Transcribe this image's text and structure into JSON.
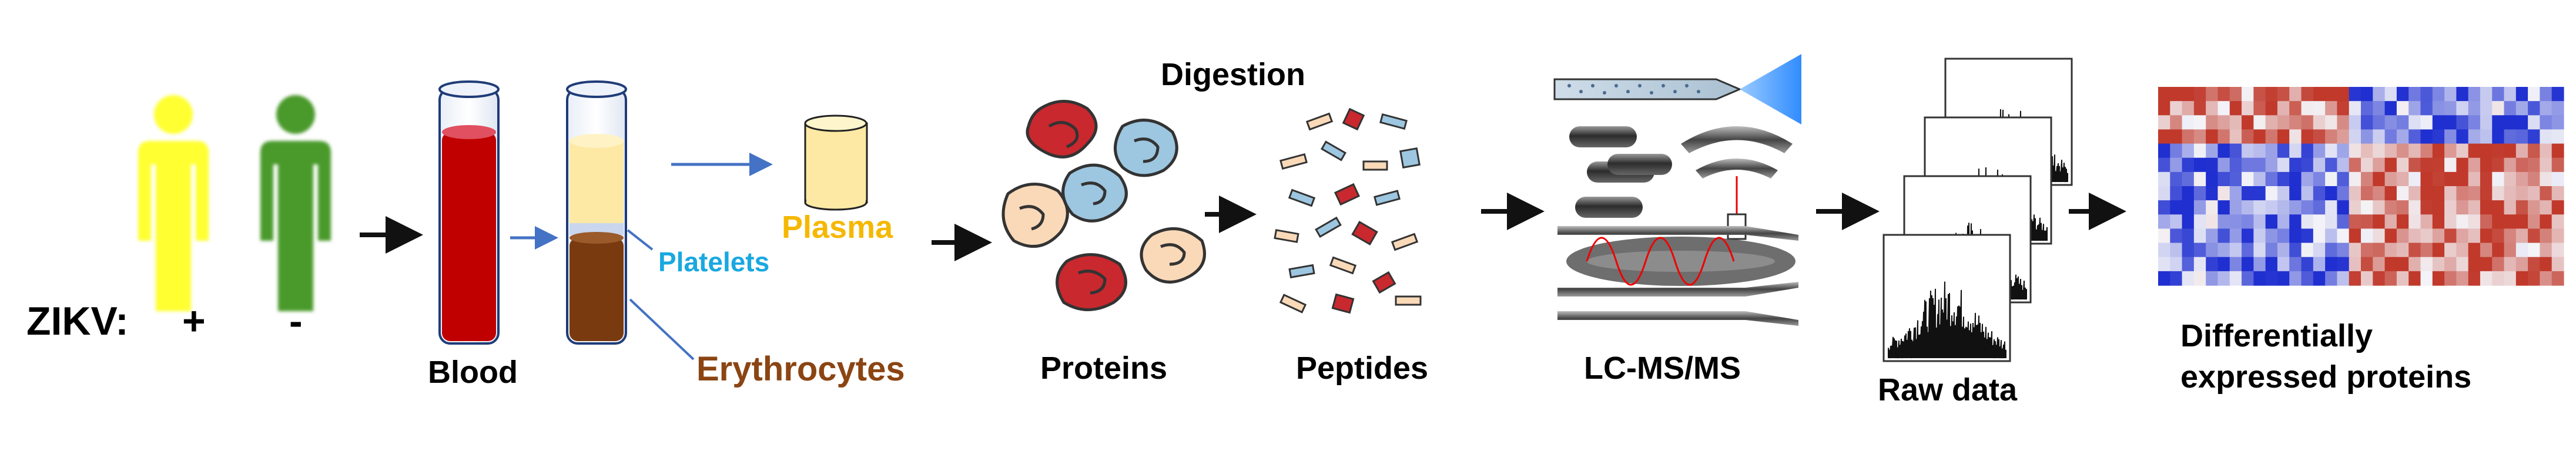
{
  "labels": {
    "zikv": "ZIKV:",
    "positive": "+",
    "negative": "-",
    "blood": "Blood",
    "platelets": "Platelets",
    "plasma": "Plasma",
    "erythrocytes": "Erythrocytes",
    "digestion": "Digestion",
    "proteins": "Proteins",
    "peptides": "Peptides",
    "lcms": "LC-MS/MS",
    "raw_data": "Raw data",
    "diff_line1": "Differentially",
    "diff_line2": "expressed proteins"
  },
  "colors": {
    "person_positive": "#ffff33",
    "person_negative": "#4a9a2c",
    "blood": "#c00000",
    "plasma": "#fde9a4",
    "erythrocytes": "#7a3a10",
    "platelets_text": "#1aa8e0",
    "plasma_text": "#f5b800",
    "erythrocytes_text": "#8b4513",
    "protein_red": "#c8282e",
    "protein_blue": "#9dc6e0",
    "protein_beige": "#f9d9b8",
    "arrow_blue": "#4472c4",
    "arrow_black": "#111111",
    "heat_red": "#c0392b",
    "heat_blue": "#1f2fd0"
  },
  "icons": [
    "person-positive-icon",
    "person-negative-icon",
    "blood-tube-icon",
    "separated-tube-icon",
    "plasma-tube-icon",
    "proteins-icon",
    "peptides-icon",
    "lc-ms-icon",
    "raw-data-icon",
    "heatmap-icon"
  ]
}
